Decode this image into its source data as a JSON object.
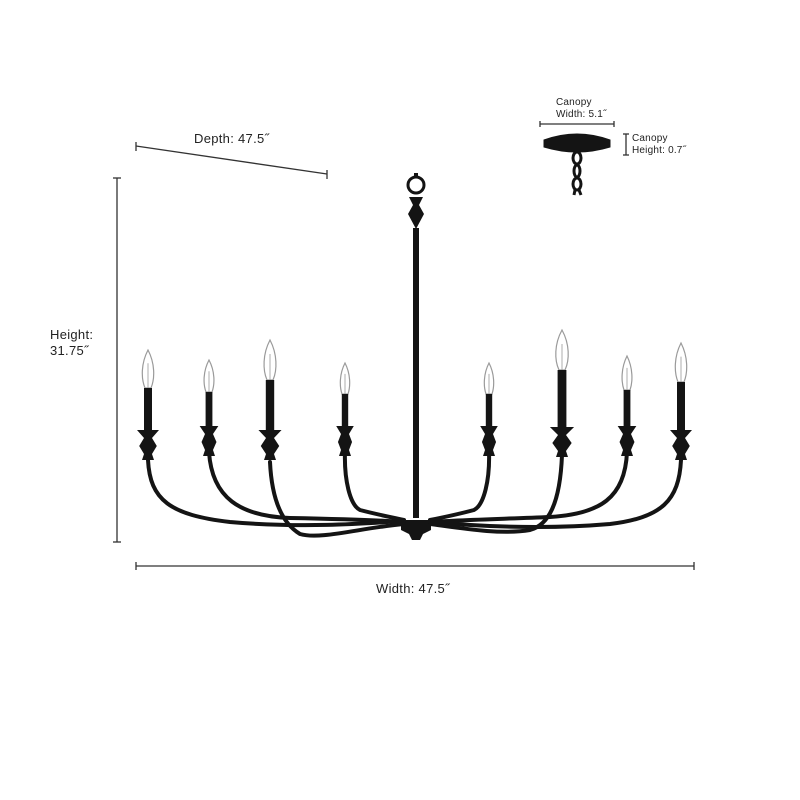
{
  "dimensions": {
    "depth_label": "Depth: 47.5˝",
    "height_label_line1": "Height:",
    "height_label_line2": "31.75˝",
    "width_label": "Width: 47.5˝",
    "canopy_width_line1": "Canopy",
    "canopy_width_line2": "Width: 5.1˝",
    "canopy_height_line1": "Canopy",
    "canopy_height_line2": "Height: 0.7˝"
  },
  "colors": {
    "fixture": "#141414",
    "dimension_line": "#333333",
    "bulb_outline": "#9a9a9a"
  },
  "icons": {
    "product": "chandelier-icon",
    "canopy": "canopy-icon"
  }
}
